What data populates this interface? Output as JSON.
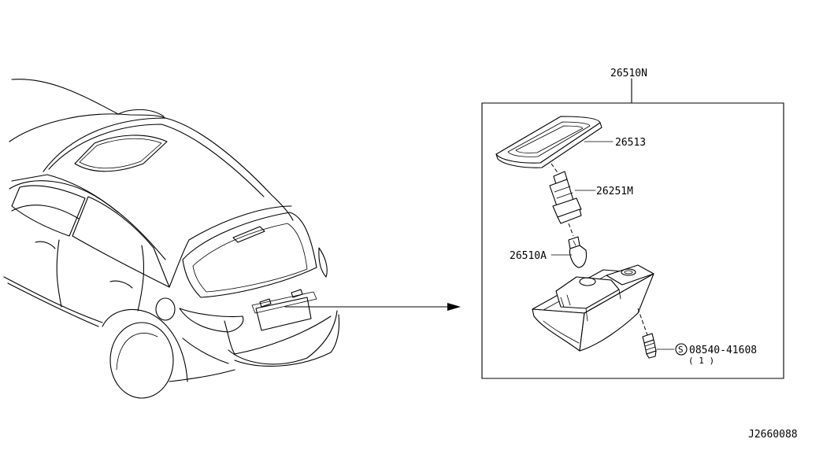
{
  "diagram": {
    "assembly_part": "26510N",
    "parts": {
      "lens_gasket": "26513",
      "bulb_socket": "26251M",
      "bulb": "26510A",
      "screw_symbol": "S",
      "screw": "08540-41608",
      "screw_qty": "( 1 )"
    },
    "drawing_code": "J2660088"
  }
}
